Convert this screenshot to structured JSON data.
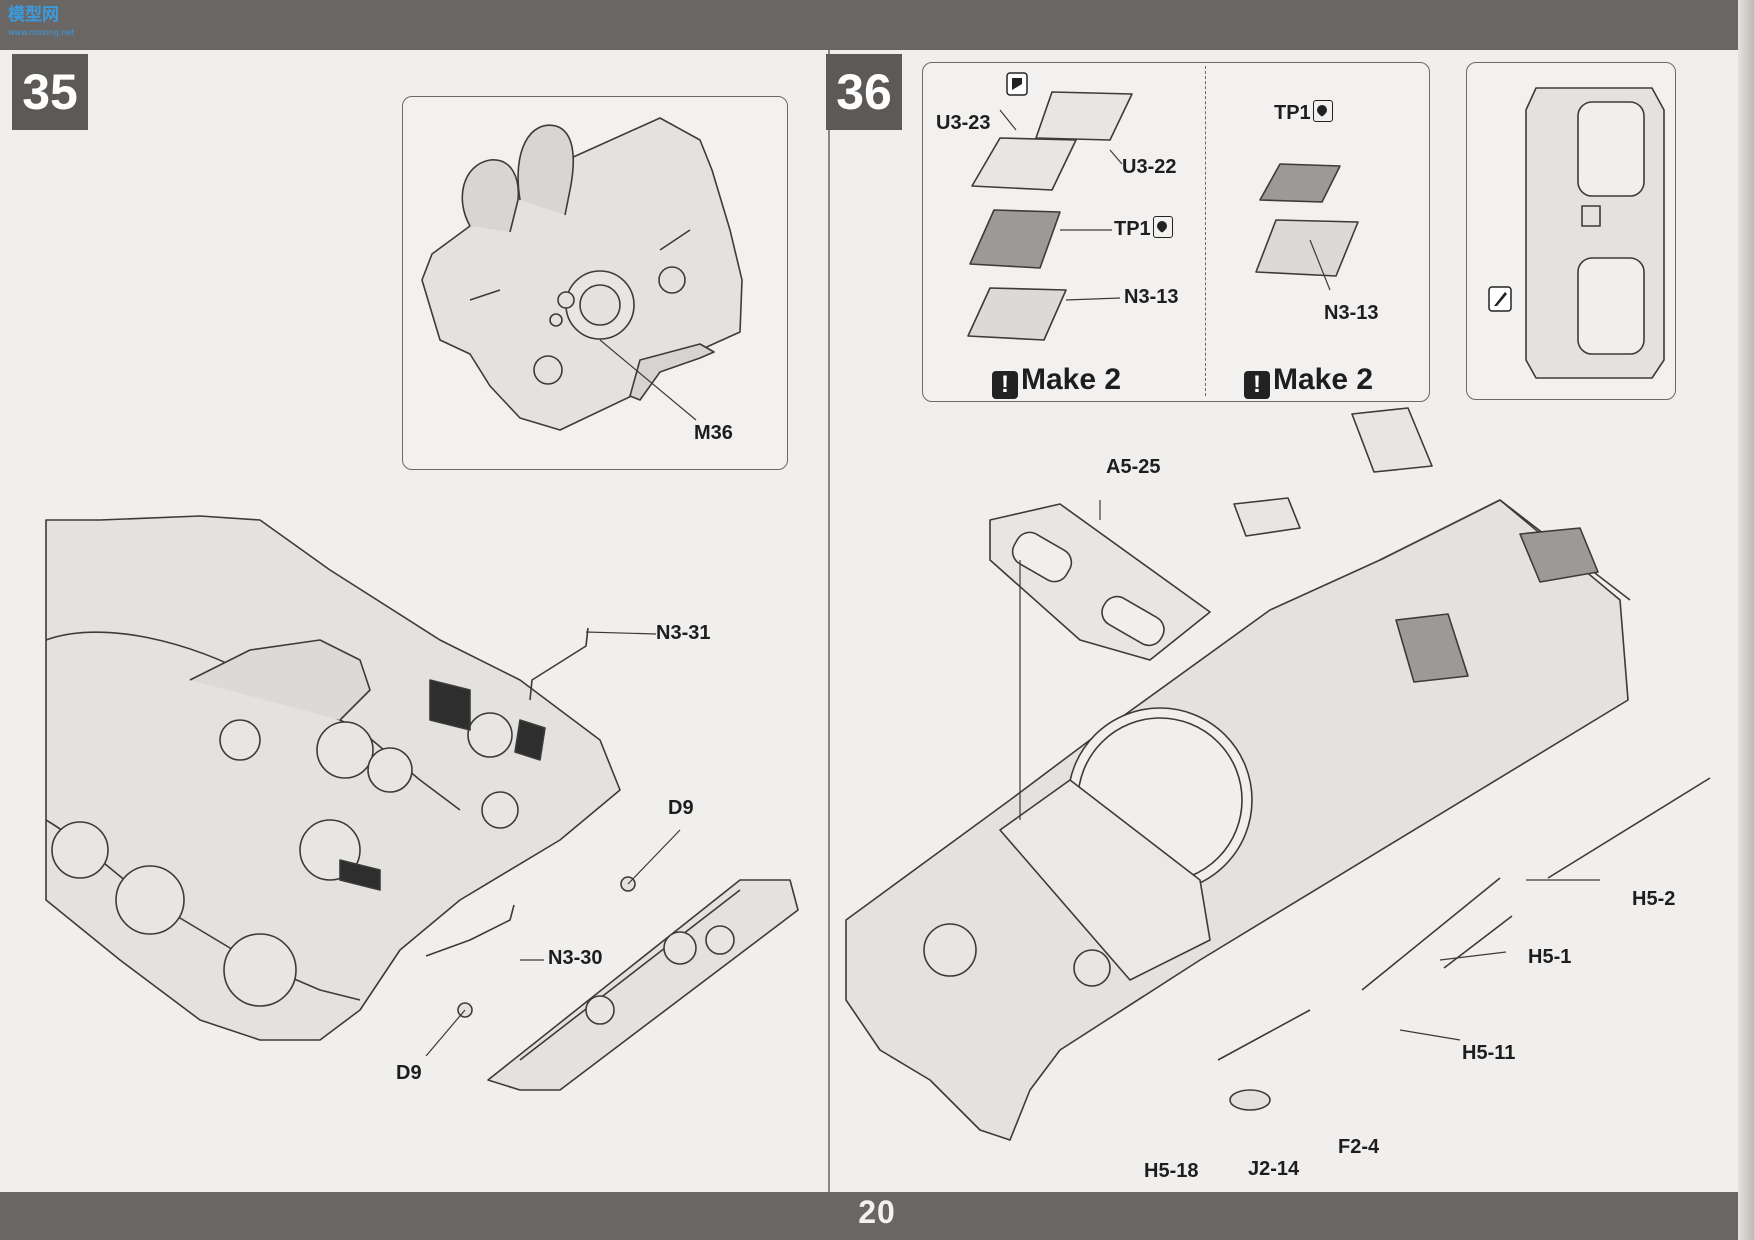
{
  "page": {
    "number": "20",
    "logo_text": "模型网",
    "logo_sub": "www.moxing.net"
  },
  "steps": {
    "left": "35",
    "right": "36"
  },
  "step35": {
    "inset_labels": {
      "m36": "M36"
    },
    "labels": {
      "n3_31": "N3-31",
      "d9_top": "D9",
      "n3_30": "N3-30",
      "d9_bottom": "D9"
    }
  },
  "step36": {
    "subassembly_left": {
      "u3_23": "U3-23",
      "u3_22": "U3-22",
      "tp1": "TP1",
      "n3_13": "N3-13",
      "make": "Make 2"
    },
    "subassembly_right": {
      "tp1": "TP1",
      "n3_13": "N3-13",
      "make": "Make 2"
    },
    "labels": {
      "a5_25": "A5-25",
      "h5_2": "H5-2",
      "h5_1": "H5-1",
      "h5_11": "H5-11",
      "h5_18": "H5-18",
      "j2_14": "J2-14",
      "f2_4": "F2-4"
    }
  },
  "icons": [
    "photo-etch-icon",
    "cement-icon",
    "exclamation-icon",
    "knife-icon"
  ]
}
